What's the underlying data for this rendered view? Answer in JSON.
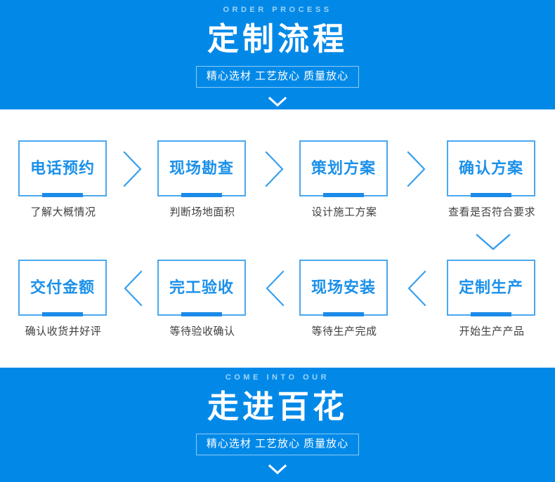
{
  "colors": {
    "banner_blue": "#0289e8",
    "box_border_blue": "#4aa8ef",
    "box_text_blue": "#1b90ea",
    "underbar_blue": "#1b8ae8",
    "caption_gray": "#3f3f3f",
    "page_background": "#ffffff"
  },
  "top_banner": {
    "eyebrow": "ORDER PROCESS",
    "title": "定制流程",
    "subtitle": "精心选材 工艺放心 质量放心",
    "chevron_icon": "chevron-down-icon"
  },
  "bottom_banner": {
    "eyebrow": "COME INTO OUR",
    "title": "走进百花",
    "subtitle": "精心选材 工艺放心 质量放心",
    "chevron_icon": "chevron-down-icon"
  },
  "flow": {
    "row1": {
      "direction": "left-to-right",
      "separator_icon": "chevron-right-icon",
      "steps": [
        {
          "label": "电话预约",
          "caption": "了解大概情况"
        },
        {
          "label": "现场勘查",
          "caption": "判断场地面积"
        },
        {
          "label": "策划方案",
          "caption": "设计施工方案"
        },
        {
          "label": "确认方案",
          "caption": "查看是否符合要求"
        }
      ]
    },
    "connector_icon": "chevron-down-icon",
    "row2": {
      "direction": "right-to-left",
      "separator_icon": "chevron-left-icon",
      "steps": [
        {
          "label": "交付金额",
          "caption": "确认收货并好评"
        },
        {
          "label": "完工验收",
          "caption": "等待验收确认"
        },
        {
          "label": "现场安装",
          "caption": "等待生产完成"
        },
        {
          "label": "定制生产",
          "caption": "开始生产产品"
        }
      ]
    }
  }
}
